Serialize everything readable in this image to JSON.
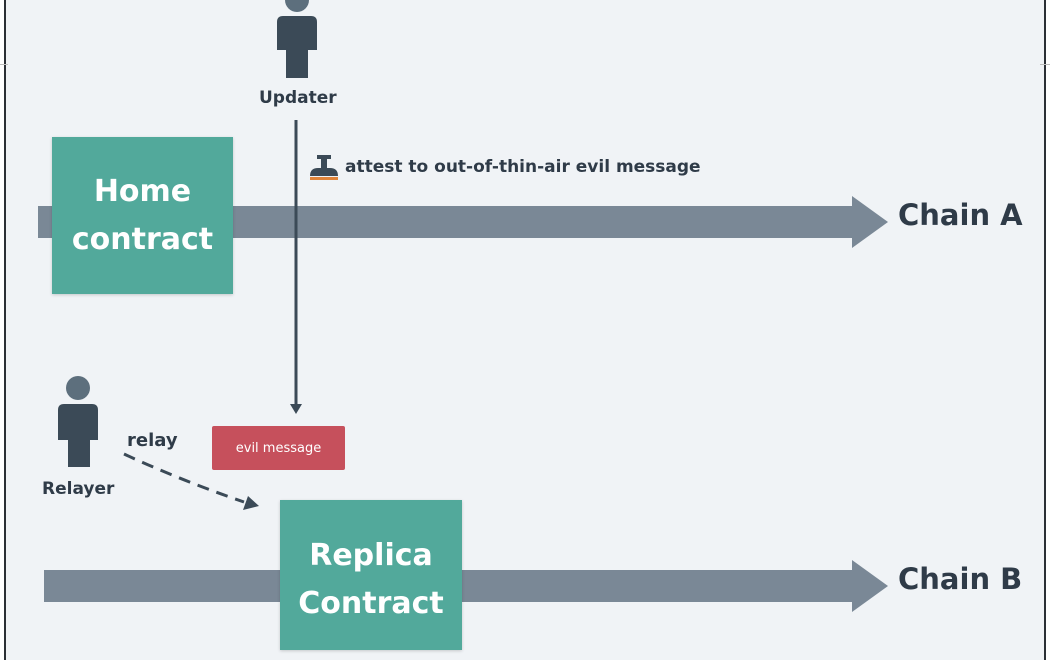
{
  "actors": {
    "updater": {
      "label": "Updater",
      "icon": "person-icon"
    },
    "relayer": {
      "label": "Relayer",
      "icon": "person-icon"
    }
  },
  "chains": {
    "a": {
      "label": "Chain A"
    },
    "b": {
      "label": "Chain B"
    }
  },
  "contracts": {
    "home": {
      "line1": "Home",
      "line2": "contract"
    },
    "replica": {
      "line1": "Replica",
      "line2": "Contract"
    }
  },
  "messages": {
    "attest": "attest to out-of-thin-air evil message",
    "evil": "evil message",
    "relay": "relay"
  },
  "colors": {
    "contract": "#52a99b",
    "chain_arrow": "#7a8896",
    "evil": "#c6505c",
    "text": "#2f3b48",
    "background": "#f0f3f6"
  }
}
